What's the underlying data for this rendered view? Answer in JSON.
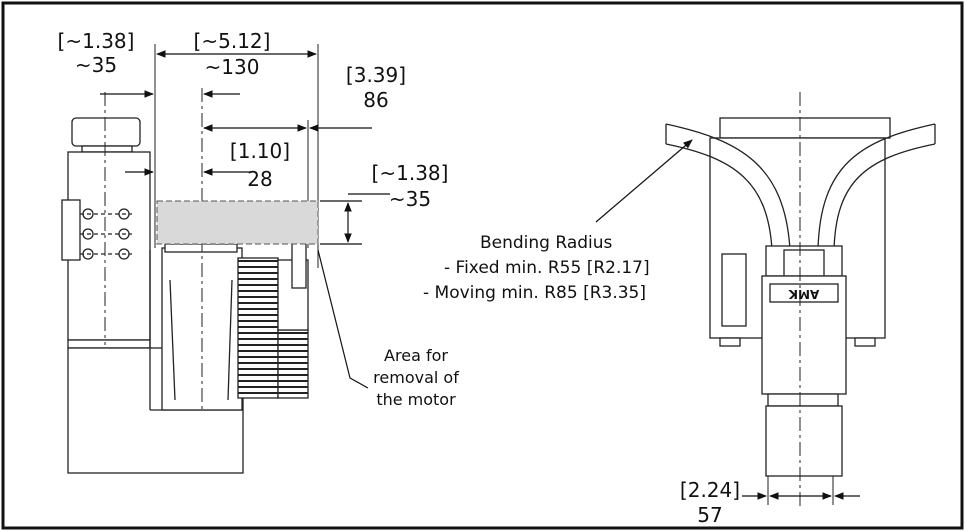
{
  "dimensions": {
    "d1_in": "[~1.38]",
    "d1_mm": "~35",
    "d2_in": "[~5.12]",
    "d2_mm": "~130",
    "d3_in": "[3.39]",
    "d3_mm": "86",
    "d4_in": "[1.10]",
    "d4_mm": "28",
    "d5_in": "[~1.38]",
    "d5_mm": "~35",
    "d6_in": "[2.24]",
    "d6_mm": "57"
  },
  "bending": {
    "title": "Bending Radius",
    "fixed": "- Fixed min. R55 [R2.17]",
    "moving": "- Moving min. R85 [R3.35]"
  },
  "removal": {
    "line1": "Area for",
    "line2": "removal of",
    "line3": "the motor"
  },
  "logo_text": "AMK",
  "colors": {
    "frame": "#111111",
    "shade": "#d9d9d9",
    "line": "#222222"
  }
}
